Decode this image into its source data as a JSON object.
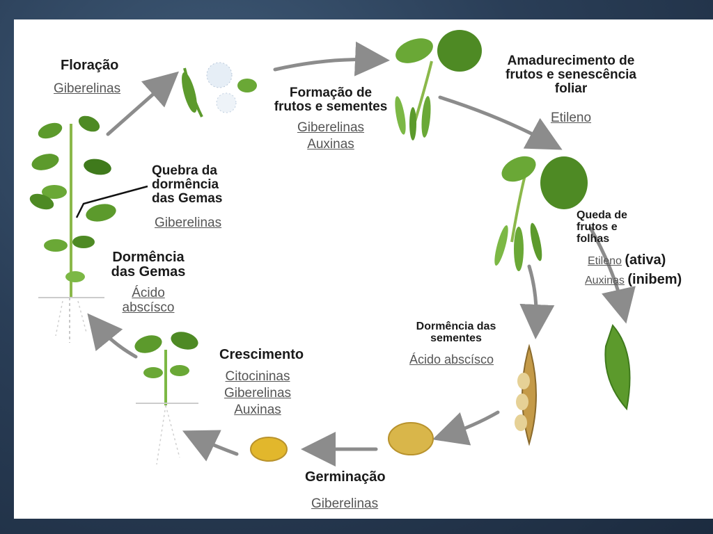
{
  "stages": {
    "floracao": {
      "title": "Floração",
      "hormone": "Giberelinas"
    },
    "frutos_sementes": {
      "title_line1": "Formação de",
      "title_line2": "frutos e sementes",
      "hormone1": "Giberelinas",
      "hormone2": "Auxinas"
    },
    "amadurecimento": {
      "title_line1": "Amadurecimento de",
      "title_line2": "frutos e senescência",
      "title_line3": "foliar",
      "hormone": "Etileno"
    },
    "queda": {
      "title_line1": "Queda de",
      "title_line2": "frutos e",
      "title_line3": "folhas",
      "hormone1": "Etileno",
      "effect1": "(ativa)",
      "hormone2": "Auxinas",
      "effect2": "(inibem)"
    },
    "dormencia_sementes": {
      "title_line1": "Dormência das",
      "title_line2": "sementes",
      "hormone": "Ácido abscísco"
    },
    "germinacao": {
      "title": "Germinação",
      "hormone": "Giberelinas"
    },
    "crescimento": {
      "title": "Crescimento",
      "hormone1": "Citocininas",
      "hormone2": "Giberelinas",
      "hormone3": "Auxinas"
    },
    "dormencia_gemas": {
      "title_line1": "Dormência",
      "title_line2": "das Gemas",
      "hormone_line1": "Ácido",
      "hormone_line2": "abscísco"
    },
    "quebra": {
      "title_line1": "Quebra da",
      "title_line2": "dormência",
      "title_line3": "das Gemas",
      "hormone": "Giberelinas"
    }
  },
  "colors": {
    "background": "#2a3e57",
    "arrow": "#8c8c8c",
    "leaf": "#5c9a2c",
    "leaf_dark": "#3f7a1c",
    "seed": "#d9b64a"
  }
}
